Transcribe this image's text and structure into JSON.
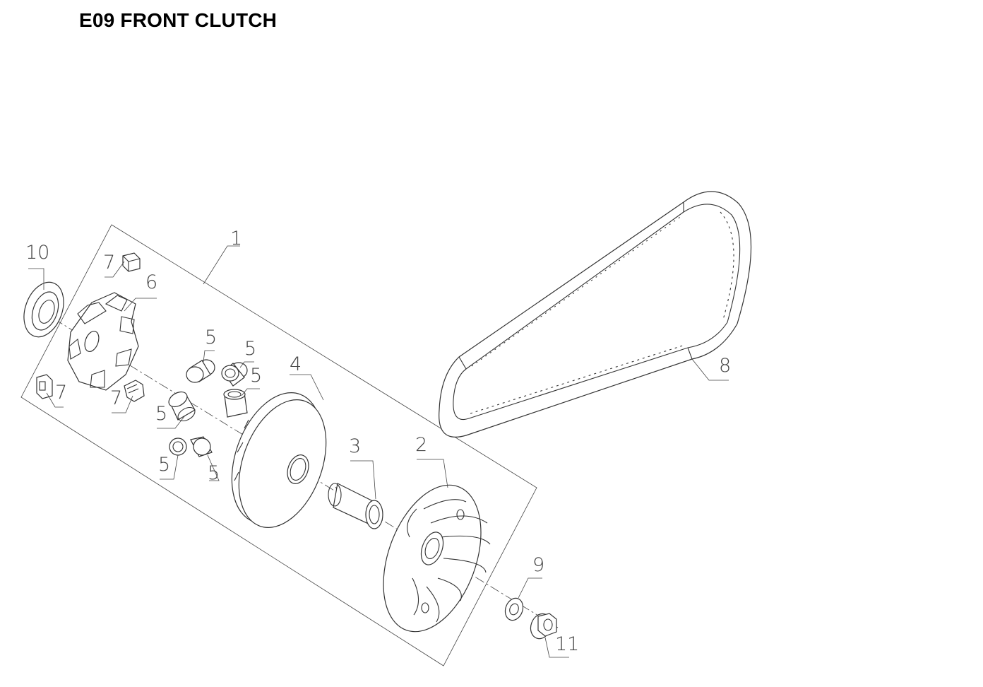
{
  "page": {
    "title": "E09 FRONT CLUTCH"
  },
  "callouts": [
    {
      "id": "1",
      "label": "1"
    },
    {
      "id": "2",
      "label": "2"
    },
    {
      "id": "3",
      "label": "3"
    },
    {
      "id": "4",
      "label": "4"
    },
    {
      "id": "5a",
      "label": "5"
    },
    {
      "id": "5b",
      "label": "5"
    },
    {
      "id": "5c",
      "label": "5"
    },
    {
      "id": "5d",
      "label": "5"
    },
    {
      "id": "5e",
      "label": "5"
    },
    {
      "id": "5f",
      "label": "5"
    },
    {
      "id": "6",
      "label": "6"
    },
    {
      "id": "7a",
      "label": "7"
    },
    {
      "id": "7b",
      "label": "7"
    },
    {
      "id": "7c",
      "label": "7"
    },
    {
      "id": "8",
      "label": "8"
    },
    {
      "id": "9",
      "label": "9"
    },
    {
      "id": "10",
      "label": "10"
    },
    {
      "id": "11",
      "label": "11"
    }
  ],
  "colors": {
    "line": "#333333",
    "background": "#ffffff"
  }
}
